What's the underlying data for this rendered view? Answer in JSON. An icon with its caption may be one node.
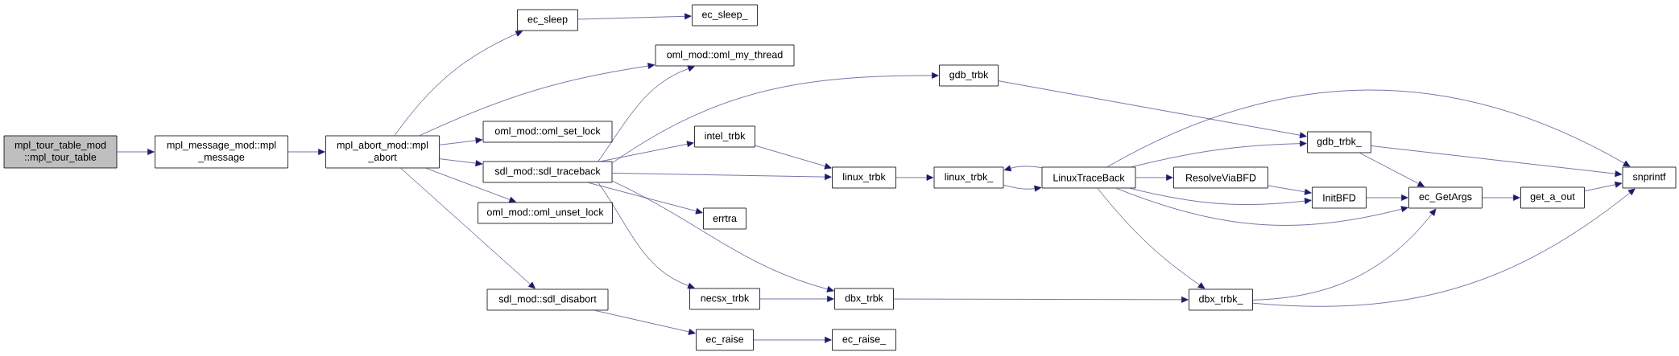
{
  "diagram": {
    "nodes": [
      {
        "text": [
          "mpl_tour_table_mod ::mpl_tour_table"
        ]
      },
      {
        "text": [
          "mpl_message_mod::mpl _message"
        ]
      },
      {
        "text": [
          "mpl_abort_mod::mpl _abort"
        ]
      },
      {
        "text": [
          "ec_sleep"
        ]
      },
      {
        "text": [
          "ec_sleep_"
        ]
      },
      {
        "text": [
          "oml_mod::oml_my_thread"
        ]
      },
      {
        "text": [
          "oml_mod::oml_set_lock"
        ]
      },
      {
        "text": [
          "sdl_mod::sdl_traceback"
        ]
      },
      {
        "text": [
          "gdb_trbk"
        ]
      },
      {
        "text": [
          "intel_trbk"
        ]
      },
      {
        "text": [
          "linux_trbk"
        ]
      },
      {
        "text": [
          "linux_trbk_"
        ]
      },
      {
        "text": [
          "LinuxTraceBack"
        ]
      },
      {
        "text": [
          "errtra"
        ]
      },
      {
        "text": [
          "oml_mod::oml_unset_lock"
        ]
      },
      {
        "text": [
          "ResolveViaBFD"
        ]
      },
      {
        "text": [
          "gdb_trbk_"
        ]
      },
      {
        "text": [
          "InitBFD"
        ]
      },
      {
        "text": [
          "ec_GetArgs"
        ]
      },
      {
        "text": [
          "get_a_out"
        ]
      },
      {
        "text": [
          "snprintf"
        ]
      },
      {
        "text": [
          "sdl_mod::sdl_disabort"
        ]
      },
      {
        "text": [
          "necsx_trbk"
        ]
      },
      {
        "text": [
          "dbx_trbk"
        ]
      },
      {
        "text": [
          "dbx_trbk_"
        ]
      },
      {
        "text": [
          "ec_raise"
        ]
      },
      {
        "text": [
          "ec_raise_"
        ]
      }
    ],
    "edges": [
      {
        "from": 0,
        "to": 1,
        "arrow": "to"
      },
      {
        "from": 1,
        "to": 2,
        "arrow": "to"
      },
      {
        "from": 2,
        "to": 3,
        "arrow": "to"
      },
      {
        "from": 2,
        "to": 5,
        "arrow": "to"
      },
      {
        "from": 2,
        "to": 6,
        "arrow": "to"
      },
      {
        "from": 2,
        "to": 7,
        "arrow": "to"
      },
      {
        "from": 2,
        "to": 14,
        "arrow": "to"
      },
      {
        "from": 2,
        "to": 21,
        "arrow": "to"
      },
      {
        "from": 3,
        "to": 4,
        "arrow": "to"
      },
      {
        "from": 7,
        "to": 5,
        "arrow": "to"
      },
      {
        "from": 7,
        "to": 8,
        "arrow": "to"
      },
      {
        "from": 7,
        "to": 9,
        "arrow": "to"
      },
      {
        "from": 7,
        "to": 10,
        "arrow": "to"
      },
      {
        "from": 7,
        "to": 13,
        "arrow": "to"
      },
      {
        "from": 7,
        "to": 22,
        "arrow": "to"
      },
      {
        "from": 7,
        "to": 23,
        "arrow": "to"
      },
      {
        "from": 8,
        "to": 16,
        "arrow": "to"
      },
      {
        "from": 9,
        "to": 10,
        "arrow": "to"
      },
      {
        "from": 10,
        "to": 11,
        "arrow": "to"
      },
      {
        "from": 11,
        "to": 12,
        "arrow": "to"
      },
      {
        "from": 12,
        "to": 11,
        "arrow": "to"
      },
      {
        "from": 12,
        "to": 15,
        "arrow": "to"
      },
      {
        "from": 12,
        "to": 16,
        "arrow": "to"
      },
      {
        "from": 12,
        "to": 17,
        "arrow": "to"
      },
      {
        "from": 12,
        "to": 18,
        "arrow": "to"
      },
      {
        "from": 12,
        "to": 24,
        "arrow": "to"
      },
      {
        "from": 12,
        "to": 20,
        "arrow": "to"
      },
      {
        "from": 15,
        "to": 17,
        "arrow": "to"
      },
      {
        "from": 16,
        "to": 18,
        "arrow": "to"
      },
      {
        "from": 16,
        "to": 20,
        "arrow": "to"
      },
      {
        "from": 17,
        "to": 18,
        "arrow": "to"
      },
      {
        "from": 18,
        "to": 19,
        "arrow": "to"
      },
      {
        "from": 19,
        "to": 20,
        "arrow": "to"
      },
      {
        "from": 24,
        "to": 18,
        "arrow": "to"
      },
      {
        "from": 24,
        "to": 20,
        "arrow": "to"
      },
      {
        "from": 22,
        "to": 23,
        "arrow": "to"
      },
      {
        "from": 23,
        "to": 24,
        "arrow": "to"
      },
      {
        "from": 21,
        "to": 25,
        "arrow": "to"
      },
      {
        "from": 25,
        "to": 26,
        "arrow": "to"
      }
    ]
  }
}
